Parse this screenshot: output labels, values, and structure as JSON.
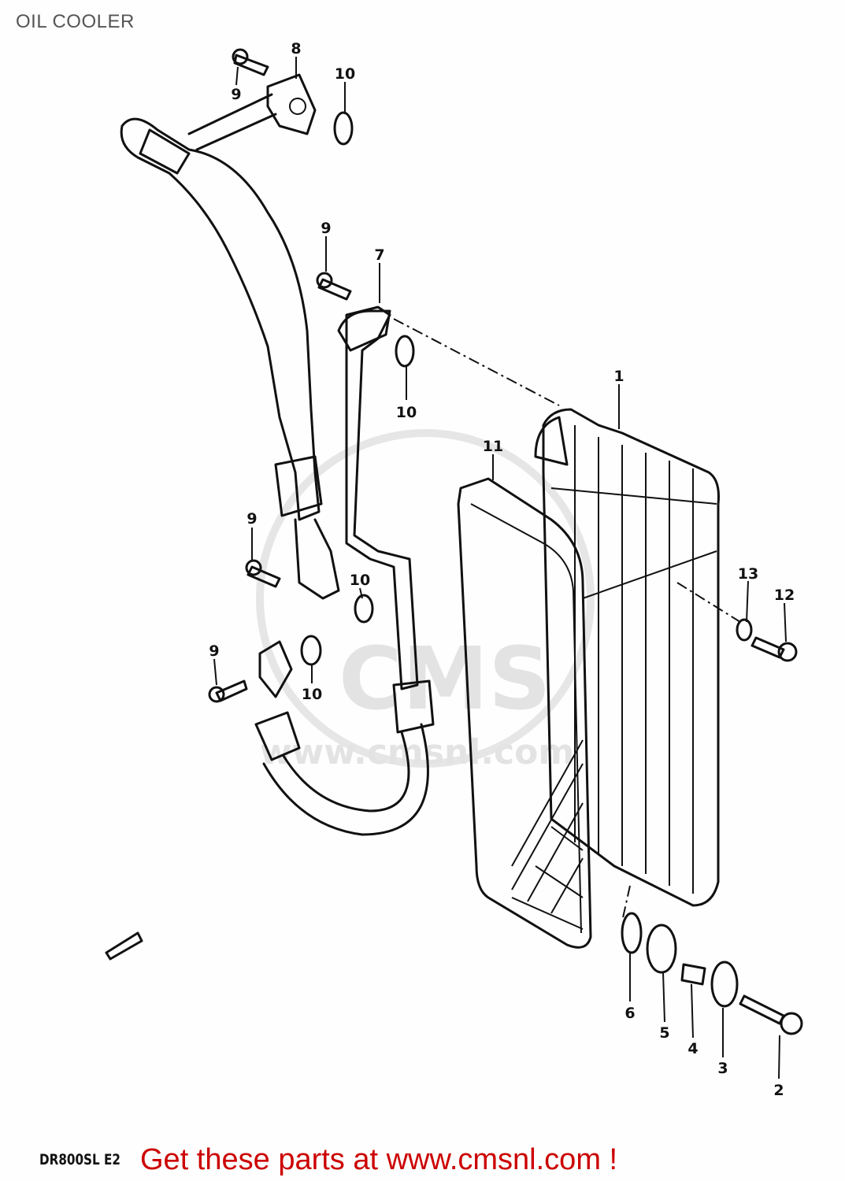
{
  "header": {
    "title": "OIL COOLER"
  },
  "diagram": {
    "watermark": "CMS www.cmsnl.com",
    "callouts": [
      "8",
      "9",
      "10",
      "9",
      "7",
      "10",
      "1",
      "11",
      "9",
      "10",
      "13",
      "12",
      "9",
      "10",
      "6",
      "5",
      "4",
      "3",
      "2"
    ]
  },
  "footer": {
    "model_code": "DR800SL E2",
    "promo_text": "Get these parts at www.cmsnl.com !",
    "promo_color": "#cc0000"
  }
}
